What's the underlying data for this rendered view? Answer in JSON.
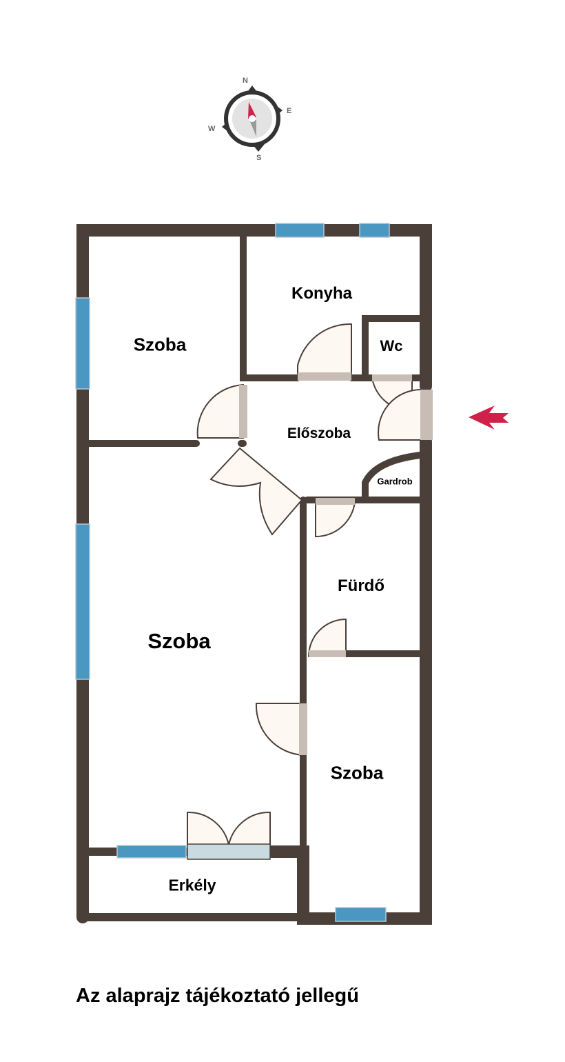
{
  "compass": {
    "north": "N",
    "east": "E",
    "south": "S",
    "west": "W"
  },
  "rooms": {
    "szoba_top": "Szoba",
    "konyha": "Konyha",
    "wc": "Wc",
    "eloszoba": "Előszoba",
    "gardrob": "Gardrob",
    "szoba_main": "Szoba",
    "furdo": "Fürdő",
    "szoba_small": "Szoba",
    "erkely": "Erkély"
  },
  "note": "Az alaprajz tájékoztató jellegű",
  "colors": {
    "wall": "#4b3f39",
    "window": "#4a97c2",
    "entrance_arrow": "#d0214a"
  }
}
